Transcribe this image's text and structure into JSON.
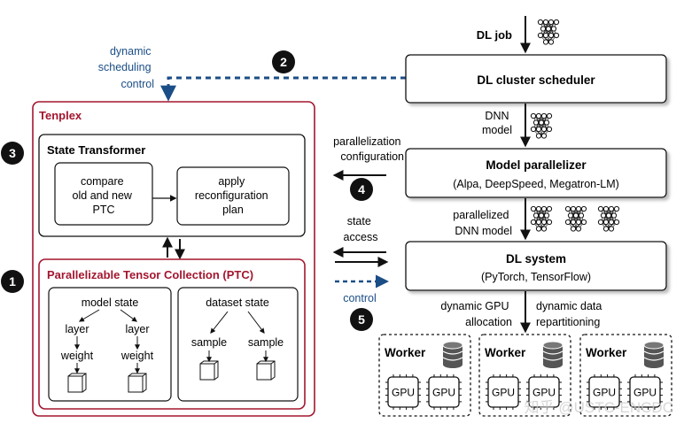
{
  "tenplex": {
    "title": "Tenplex",
    "state_transformer": {
      "title": "State Transformer",
      "compare_lines": [
        "compare",
        "old and new",
        "PTC"
      ],
      "apply_lines": [
        "apply",
        "reconfiguration",
        "plan"
      ]
    },
    "ptc": {
      "title": "Parallelizable Tensor Collection (PTC)",
      "model_state": "model state",
      "layer": "layer",
      "weight": "weight",
      "dataset_state": "dataset state",
      "sample": "sample"
    }
  },
  "labels": {
    "dynamic_scheduling_lines": [
      "dynamic",
      "scheduling",
      "control"
    ],
    "parallelization_lines": [
      "parallelization",
      "configuration"
    ],
    "state_access_lines": [
      "state",
      "access"
    ],
    "control": "control",
    "dl_job": "DL job",
    "dnn_model_lines": [
      "DNN",
      "model"
    ],
    "parallelized_lines": [
      "parallelized",
      "DNN model"
    ],
    "gpu_allocation_lines": [
      "dynamic GPU",
      "allocation"
    ],
    "data_repartitioning_lines": [
      "dynamic data",
      "repartitioning"
    ]
  },
  "components": {
    "scheduler": "DL cluster scheduler",
    "parallelizer_title": "Model parallelizer",
    "parallelizer_sub": "(Alpa, DeepSpeed, Megatron-LM)",
    "system_title": "DL system",
    "system_sub": "(PyTorch, TensorFlow)"
  },
  "steps": [
    "1",
    "2",
    "3",
    "4",
    "5"
  ],
  "workers": [
    {
      "label": "Worker",
      "gpus": [
        "GPU",
        "GPU"
      ]
    },
    {
      "label": "Worker",
      "gpus": [
        "GPU",
        "GPU"
      ]
    },
    {
      "label": "Worker",
      "gpus": [
        "GPU",
        "GPU"
      ]
    }
  ],
  "watermark": "知乎 @USTC-ENCDC",
  "colors": {
    "tenplex_red": "#a3162f",
    "control_blue": "#1b4e86",
    "shadow": "#c8c8c8"
  }
}
